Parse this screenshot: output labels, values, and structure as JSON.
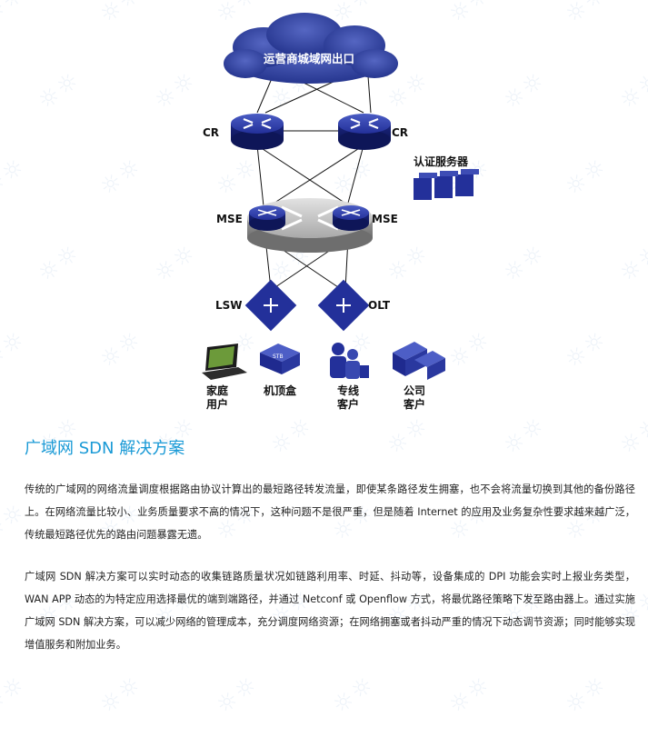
{
  "diagram": {
    "cloud_label": "运营商城域网出口",
    "cr_left_label": "CR",
    "cr_right_label": "CR",
    "auth_server_label": "认证服务器",
    "mse_left_label": "MSE",
    "mse_right_label": "MSE",
    "lsw_label": "LSW",
    "olt_label": "OLT",
    "stb_text": "STB",
    "endpoints": [
      {
        "line1": "家庭",
        "line2": "用户",
        "icon": "laptop-icon"
      },
      {
        "line1": "机顶盒",
        "line2": "",
        "icon": "set-top-box-icon"
      },
      {
        "line1": "专线",
        "line2": "客户",
        "icon": "enterprise-people-icon"
      },
      {
        "line1": "公司",
        "line2": "客户",
        "icon": "company-building-icon"
      }
    ]
  },
  "section": {
    "heading": "广域网 SDN 解决方案",
    "paragraph1": "传统的广域网的网络流量调度根据路由协议计算出的最短路径转发流量，即使某条路径发生拥塞，也不会将流量切换到其他的备份路径上。在网络流量比较小、业务质量要求不高的情况下，这种问题不是很严重，但是随着 Internet 的应用及业务复杂性要求越来越广泛，传统最短路径优先的路由问题暴露无遗。",
    "paragraph2": "广域网 SDN 解决方案可以实时动态的收集链路质量状况如链路利用率、时延、抖动等，设备集成的 DPI 功能会实时上报业务类型，WAN APP 动态的为特定应用选择最优的端到端路径，并通过 Netconf 或 Openflow 方式，将最优路径策略下发至路由器上。通过实施广域网 SDN 解决方案，可以减少网络的管理成本，充分调度网络资源；在网络拥塞或者抖动严重的情况下动态调节资源；同时能够实现增值服务和附加业务。"
  },
  "colors": {
    "heading": "#1a9ad6",
    "device_blue": "#23309a",
    "cloud_blue": "#2c3e9e",
    "watermark": "#96b4d7"
  }
}
